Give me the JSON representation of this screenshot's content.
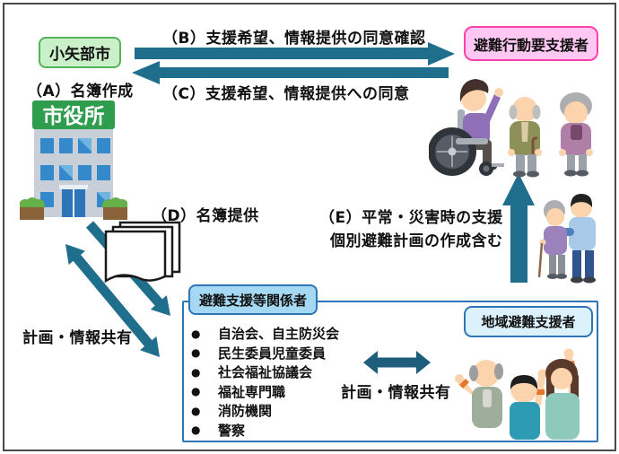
{
  "diagram": {
    "bullet": "●",
    "city_box": "小矢部市",
    "city_hall_sign": "市役所",
    "evacuees_box": "避難行動要支援者",
    "supporters_box": "避難支援等関係者",
    "local_box": "地域避難支援者",
    "label_a": "（A）名簿作成",
    "label_b": "（B）支援希望、情報提供の同意確認",
    "label_c": "（C）支援希望、情報提供への同意",
    "label_d": "（D）名簿提供",
    "label_e1": "（E）平常・災害時の支援",
    "label_e2": "個別避難計画の作成含む",
    "share_left": "計画・情報共有",
    "share_right": "計画・情報共有",
    "supporters_list": [
      "自治会、自主防災会",
      "民生委員児童委員",
      "社会福祉協議会",
      "福祉専門職",
      "消防機関",
      "警察"
    ],
    "colors": {
      "arrow": "#1F6E8C",
      "arrow_dark": "#1E5D7B",
      "blue_border": "#2E75B6",
      "green_fill": "#C9F0C8",
      "green_border": "#52B456",
      "pink_fill": "#FFC8F2",
      "pink_border": "#FF3FAE",
      "tab_fill": "#A5D8F3",
      "local_fill": "#DBF1FC"
    }
  }
}
